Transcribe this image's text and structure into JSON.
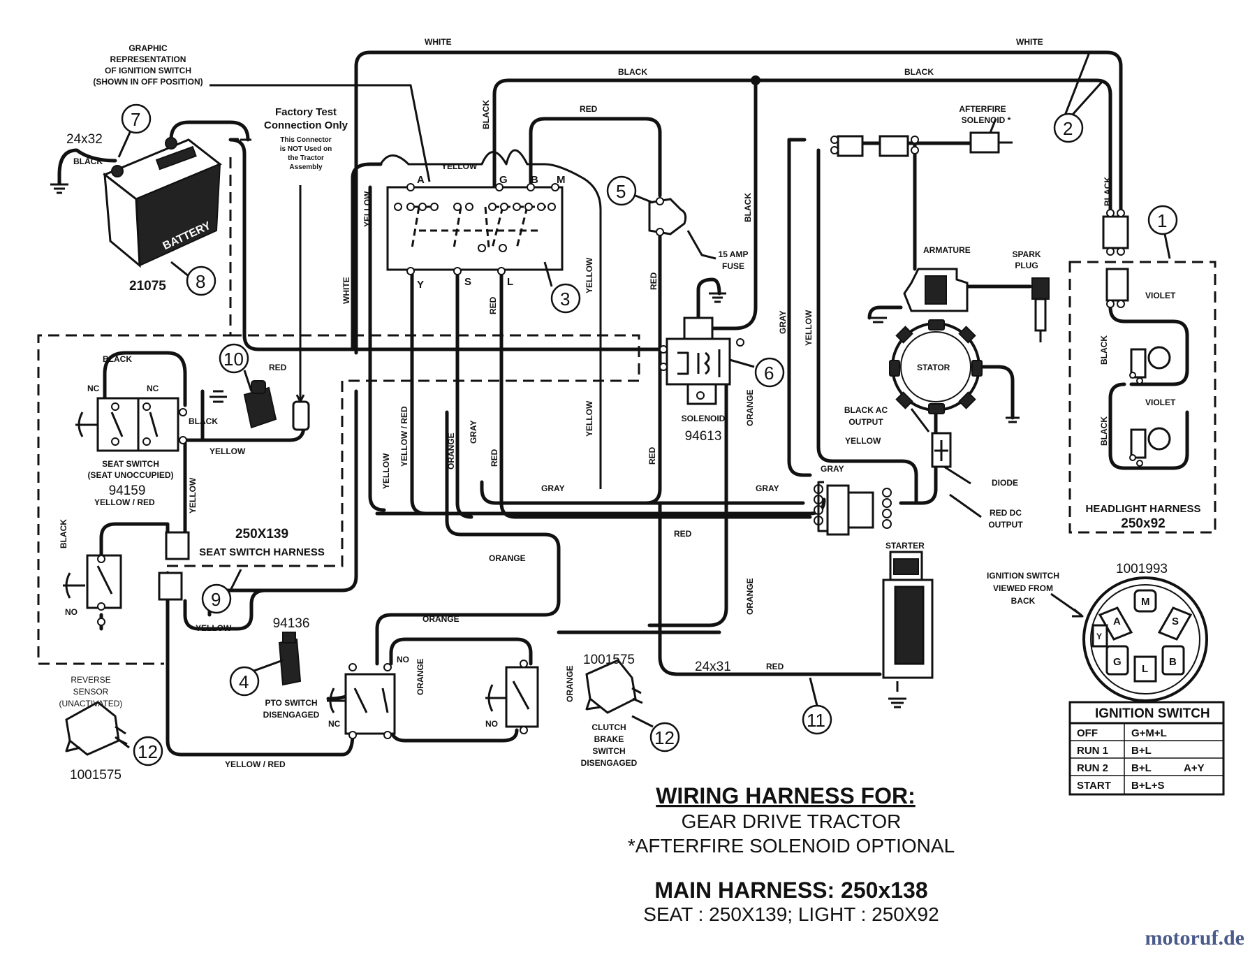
{
  "title": {
    "heading": "WIRING HARNESS FOR:",
    "line1": "GEAR DRIVE TRACTOR",
    "line2": "*AFTERFIRE SOLENOID OPTIONAL",
    "main": "MAIN HARNESS: 250x138",
    "sub": "SEAT : 250X139;     LIGHT : 250X92"
  },
  "watermark": "motoruf.de",
  "wires": {
    "white": "WHITE",
    "black": "BLACK",
    "red": "RED",
    "yellow": "YELLOW",
    "gray": "GRAY",
    "orange": "ORANGE",
    "yellow_red": "YELLOW / RED",
    "violet": "VIOLET"
  },
  "callouts": {
    "ignition_graphic": [
      "GRAPHIC",
      "REPRESENTATION",
      "OF IGNITION SWITCH",
      "(SHOWN IN OFF POSITION)"
    ],
    "factory_test": [
      "Factory Test",
      "Connection Only"
    ],
    "factory_note": [
      "This Connector",
      "is NOT Used on",
      "the Tractor",
      "Assembly"
    ],
    "afterfire": [
      "AFTERFIRE",
      "SOLENOID *"
    ],
    "fuse": [
      "15 AMP",
      "FUSE"
    ],
    "armature": "ARMATURE",
    "spark": [
      "SPARK",
      "PLUG"
    ],
    "stator": "STATOR",
    "black_ac": [
      "BLACK AC",
      "OUTPUT"
    ],
    "diode": "DIODE",
    "red_dc": [
      "RED DC",
      "OUTPUT"
    ],
    "starter": "STARTER",
    "ign_view": [
      "IGNITION SWITCH",
      "VIEWED FROM",
      "BACK"
    ],
    "ign_part": "1001993"
  },
  "components": {
    "battery": {
      "label": "BATTERY",
      "part": "21075",
      "cable": "24x32"
    },
    "solenoid": {
      "label": "SOLENOID",
      "part": "94613"
    },
    "seat_switch": {
      "label": [
        "SEAT SWITCH",
        "(SEAT UNOCCUPIED)"
      ],
      "part": "94159"
    },
    "seat_harness": {
      "part": "250X139",
      "label": "SEAT SWITCH HARNESS"
    },
    "headlight": {
      "label": "HEADLIGHT HARNESS",
      "part": "250x92"
    },
    "reverse": {
      "label": [
        "REVERSE",
        "SENSOR",
        "(UNACTIVATED)"
      ],
      "part": "1001575"
    },
    "pto": {
      "label": [
        "PTO SWITCH",
        "DISENGAGED"
      ],
      "part": "94136"
    },
    "clutch": {
      "label": [
        "CLUTCH",
        "BRAKE",
        "SWITCH",
        "DISENGAGED"
      ],
      "part": "1001575"
    },
    "starter_cable": "24x31"
  },
  "switch_terms": {
    "nc": "NC",
    "no": "NO"
  },
  "ign_terminals": [
    "A",
    "G",
    "B",
    "M",
    "Y",
    "S",
    "L"
  ],
  "ign_face": [
    "M",
    "A",
    "S",
    "Y",
    "G",
    "L",
    "B"
  ],
  "numbers": [
    "1",
    "2",
    "3",
    "4",
    "5",
    "6",
    "7",
    "8",
    "9",
    "10",
    "11",
    "12",
    "12"
  ],
  "ign_table": {
    "title": "IGNITION SWITCH",
    "rows": [
      {
        "pos": "OFF",
        "conn": "G+M+L",
        "extra": ""
      },
      {
        "pos": "RUN 1",
        "conn": "B+L",
        "extra": ""
      },
      {
        "pos": "RUN 2",
        "conn": "B+L",
        "extra": "A+Y"
      },
      {
        "pos": "START",
        "conn": "B+L+S",
        "extra": ""
      }
    ]
  }
}
